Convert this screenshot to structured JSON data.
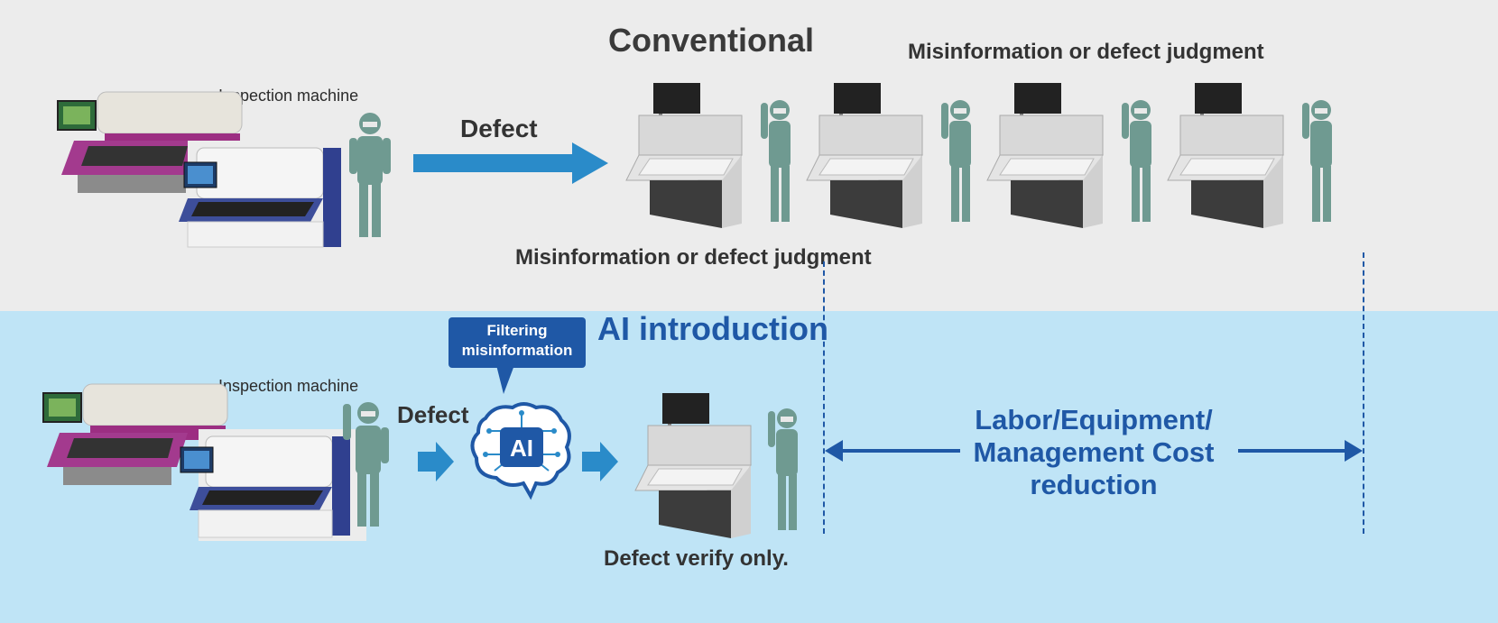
{
  "conventional": {
    "heading": "Conventional",
    "machine_label": "Inspection machine",
    "arrow_label": "Defect",
    "judgment_label_top": "Misinformation or defect judgment",
    "judgment_label_bottom": "Misinformation or defect judgment",
    "verify_station_count": 4
  },
  "ai": {
    "heading": "AI introduction",
    "machine_label": "Inspection machine",
    "arrow_label": "Defect",
    "callout": "Filtering\nmisinformation",
    "chip_label": "AI",
    "verify_label": "Defect verify only.",
    "cost_label": "Labor/Equipment/\nManagement Cost\nreduction"
  },
  "colors": {
    "top_background": "#ececec",
    "bottom_background": "#bfe4f6",
    "arrow_blue": "#2a8bc9",
    "accent_navy": "#1f58a6",
    "worker_green": "#6f9a91"
  }
}
